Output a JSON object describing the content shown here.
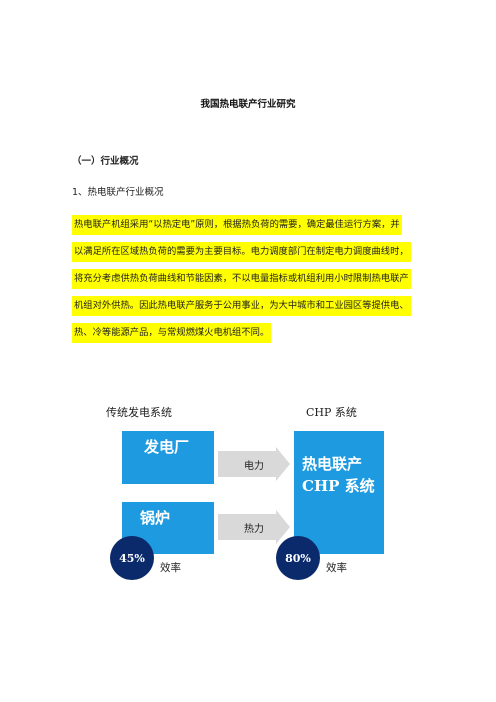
{
  "title": "我国热电联产行业研究",
  "section_heading": "（一）行业概况",
  "sub_heading": "1、热电联产行业概况",
  "paragraph_lines": [
    "热电联产机组采用“以热定电”原则，根据热负荷的需要，确定最佳运行方案，并",
    "以满足所在区域热负荷的需要为主要目标。电力调度部门在制定电力调度曲线时，",
    "将充分考虑供热负荷曲线和节能因素，不以电量指标或机组利用小时限制热电联产",
    "机组对外供热。因此热电联产服务于公用事业，为大中城市和工业园区等提供电、",
    "热、冷等能源产品，与常规燃煤火电机组不同。"
  ],
  "diagram": {
    "left_title": "传统发电系统",
    "right_title": "CHP 系统",
    "power_plant": "发电厂",
    "boiler": "锅炉",
    "chp_line1": "热电联产",
    "chp_line2": "CHP 系统",
    "arrow_power": "电力",
    "arrow_heat": "热力",
    "left_efficiency_value": "45%",
    "right_efficiency_value": "80%",
    "efficiency_label": "效率",
    "colors": {
      "box": "#1e9be0",
      "circle": "#0b2a6b",
      "arrow": "#d9d9d9"
    }
  }
}
